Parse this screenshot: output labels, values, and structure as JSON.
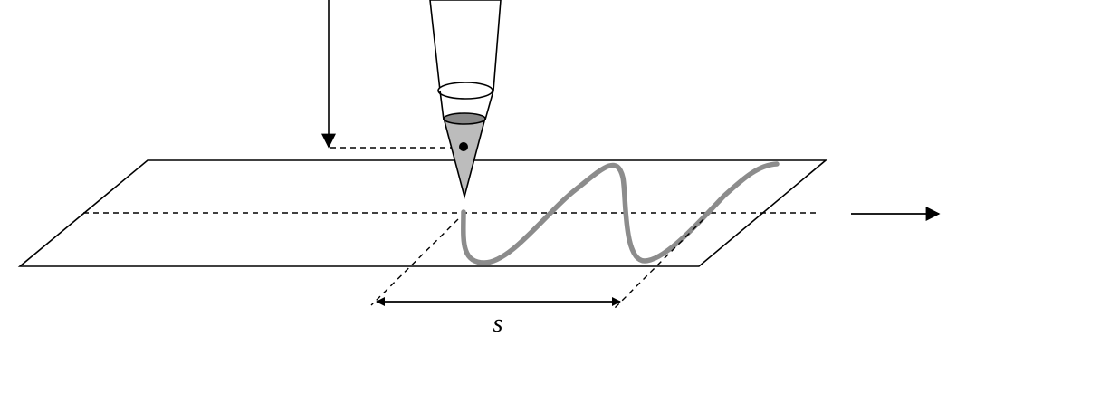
{
  "diagram": {
    "labels": {
      "distance": "s"
    },
    "caption": "",
    "colors": {
      "ink": "#000000",
      "trace": "#8c8c8c",
      "cone_fill": "#bcbcbc",
      "liquid_top": "#888888",
      "background": "#ffffff"
    },
    "elements": [
      "pen-cone",
      "ink-drop",
      "paper-strip",
      "center-line",
      "trace-curve",
      "motion-arrow",
      "down-arrow",
      "distance-arrow"
    ]
  }
}
